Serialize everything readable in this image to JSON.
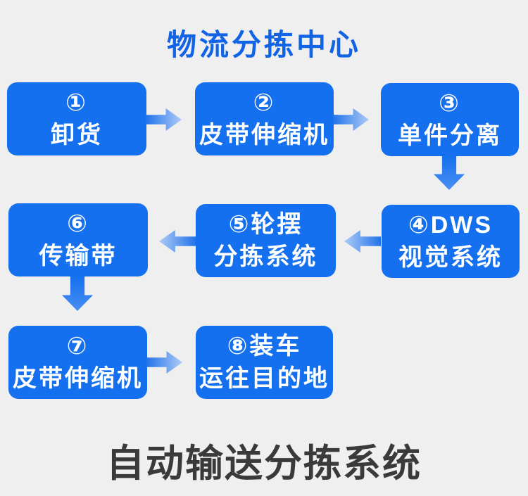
{
  "header": {
    "title": "物流分拣中心"
  },
  "footer": {
    "title": "自动输送分拣系统"
  },
  "colors": {
    "background": "#efefef",
    "box_blue": "#1470ee",
    "header_title": "#1164e6",
    "footer_title": "#3a3a3a",
    "arrow_dark": "#2273e9",
    "arrow_light": "#a6c6f6",
    "arrow_down_light": "#4a8ef2",
    "box_text": "#ffffff"
  },
  "flow": {
    "boxes": [
      {
        "step": "1",
        "line1": "①",
        "line2": "卸货"
      },
      {
        "step": "2",
        "line1": "②",
        "line2": "皮带伸缩机"
      },
      {
        "step": "3",
        "line1": "③",
        "line2": "单件分离"
      },
      {
        "step": "4",
        "line1": "④DWS",
        "line2": "视觉系统"
      },
      {
        "step": "5",
        "line1": "⑤轮摆",
        "line2": "分拣系统"
      },
      {
        "step": "6",
        "line1": "⑥",
        "line2": "传输带"
      },
      {
        "step": "7",
        "line1": "⑦",
        "line2": "皮带伸缩机"
      },
      {
        "step": "8",
        "line1": "⑧装车",
        "line2": "运往目的地"
      }
    ],
    "arrows": [
      {
        "from": "1",
        "to": "2",
        "direction": "right"
      },
      {
        "from": "2",
        "to": "3",
        "direction": "right"
      },
      {
        "from": "3",
        "to": "4",
        "direction": "down"
      },
      {
        "from": "4",
        "to": "5",
        "direction": "left"
      },
      {
        "from": "5",
        "to": "6",
        "direction": "left"
      },
      {
        "from": "6",
        "to": "7",
        "direction": "down"
      },
      {
        "from": "7",
        "to": "8",
        "direction": "right"
      }
    ]
  }
}
